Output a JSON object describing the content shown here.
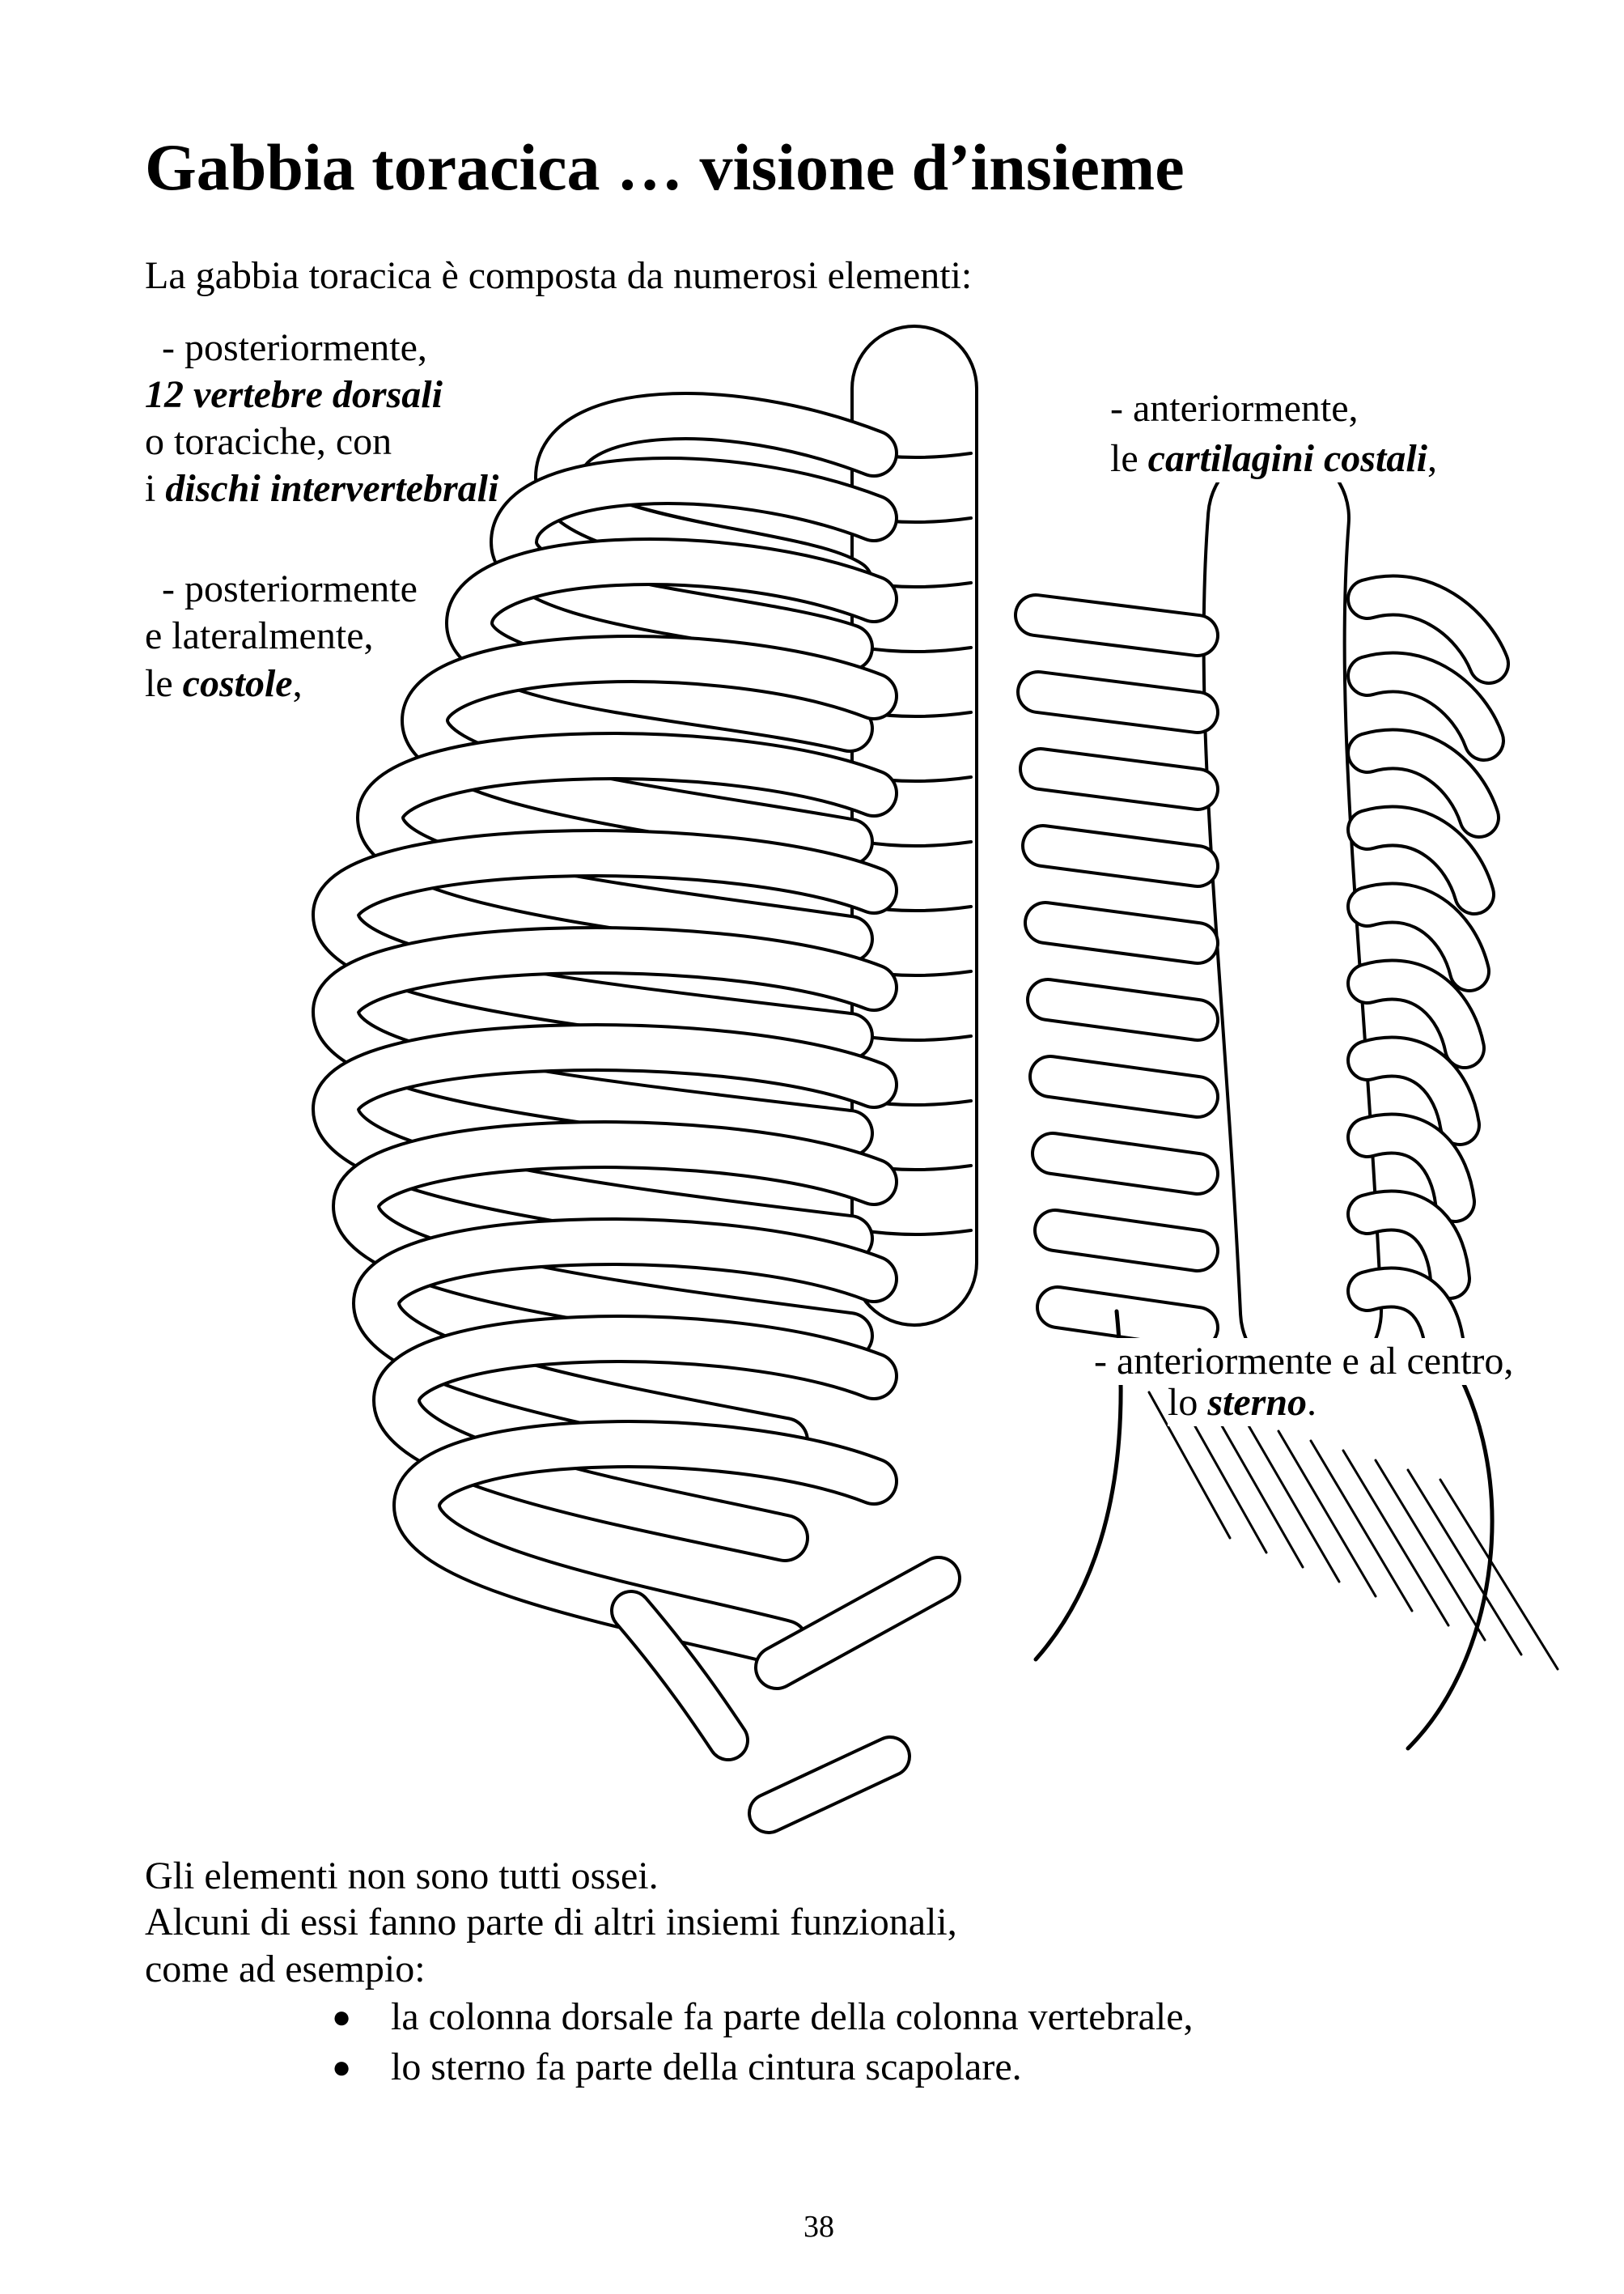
{
  "title": "Gabbia toracica … visione d’insieme",
  "intro": "La gabbia toracica è composta da numerosi elementi:",
  "left_block_1": {
    "line1": "-  posteriormente,",
    "line2": "12 vertebre dorsali",
    "line3": "o toraciche, con",
    "line4_prefix": "i ",
    "line4_bold": "dischi intervertebrali"
  },
  "left_block_2": {
    "line1": "-  posteriormente",
    "line2": "e lateralmente,",
    "line3_prefix": "le ",
    "line3_bold": "costole",
    "line3_suffix": ","
  },
  "right_block": {
    "line1": "- anteriormente,",
    "line2_prefix": "le ",
    "line2_bold": "cartilagini costali",
    "line2_suffix": ","
  },
  "sterno_block": {
    "line1": "- anteriormente e al centro,",
    "line2_prefix": "lo ",
    "line2_bold": "sterno",
    "line2_suffix": "."
  },
  "closing": {
    "line1": "Gli elementi non sono tutti ossei.",
    "line2": "Alcuni di essi fanno parte di altri insiemi funzionali,",
    "line3": "come ad esempio:",
    "bullets": [
      "la colonna dorsale fa parte della colonna vertebrale,",
      "lo sterno fa parte della cintura scapolare."
    ]
  },
  "page_number": "38"
}
